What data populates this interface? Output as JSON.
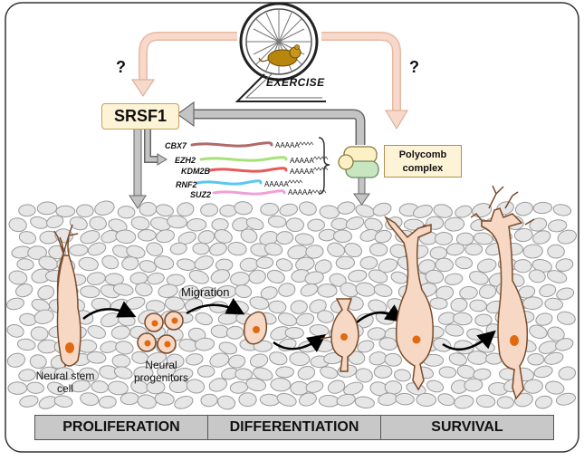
{
  "top": {
    "exercise_label": "EXERCISE",
    "question_left": "?",
    "question_right": "?"
  },
  "srsf1_label": "SRSF1",
  "genes": [
    "CBX7",
    "EZH2",
    "KDM2B",
    "RNF2",
    "SUZ2"
  ],
  "poly_a": "AAAAA",
  "polycomb_label": "Polycomb complex",
  "cells": {
    "stem_label": "Neural stem cell",
    "progenitor_label": "Neural progenitors",
    "migration_label": "Migration"
  },
  "stages": [
    "PROLIFERATION",
    "DIFFERENTIATION",
    "SURVIVAL"
  ],
  "colors": {
    "gene_cbx7": "#b06a6a",
    "gene_ezh2": "#a8e07a",
    "gene_kdm2b": "#e85a5a",
    "gene_rnf2": "#5ac8f0",
    "gene_suz2": "#f0a0d8",
    "cell_fill": "#f6d8c4",
    "nucleus": "#e06a10",
    "exercise_arrow": "#f4d2bf"
  }
}
